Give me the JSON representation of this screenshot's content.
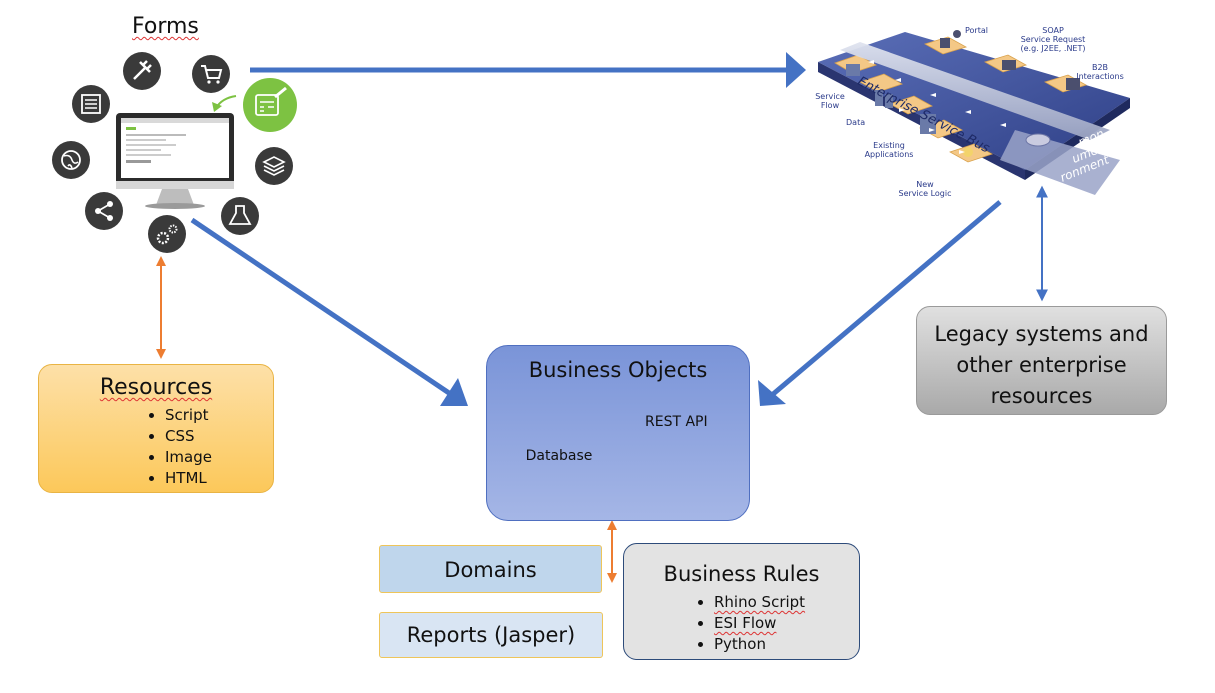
{
  "forms": {
    "title": "Forms"
  },
  "resources": {
    "title": "Resources",
    "items": [
      "Script",
      "CSS",
      "Image",
      "HTML"
    ]
  },
  "business_objects": {
    "title": "Business Objects",
    "database_label": "Database",
    "rest_api_label": "REST API"
  },
  "legacy": {
    "line1": "Legacy systems and",
    "line2": "other enterprise",
    "line3": "resources"
  },
  "domains": {
    "title": "Domains"
  },
  "reports": {
    "title": "Reports (Jasper)"
  },
  "business_rules": {
    "title": "Business Rules",
    "items": [
      "Rhino Script",
      "ESI Flow",
      "Python"
    ]
  },
  "esb": {
    "bus_label": "Enterprise Service Bus",
    "portal": "Portal",
    "soap_1": "SOAP",
    "soap_2": "Service Request",
    "soap_3": "(e.g. J2EE, .NET)",
    "b2b_1": "B2B",
    "b2b_2": "Interactions",
    "service_flow_1": "Service",
    "service_flow_2": "Flow",
    "data": "Data",
    "existing_1": "Existing",
    "existing_2": "Applications",
    "new_logic_1": "New",
    "new_logic_2": "Service Logic",
    "common_1": "mon",
    "common_2": "ume",
    "common_3": "ronment"
  },
  "colors": {
    "blue_arrow": "#4472c4",
    "orange_arrow": "#ed7d31",
    "green_accent": "#7dc242",
    "icon_dark": "#3a3a3a"
  }
}
